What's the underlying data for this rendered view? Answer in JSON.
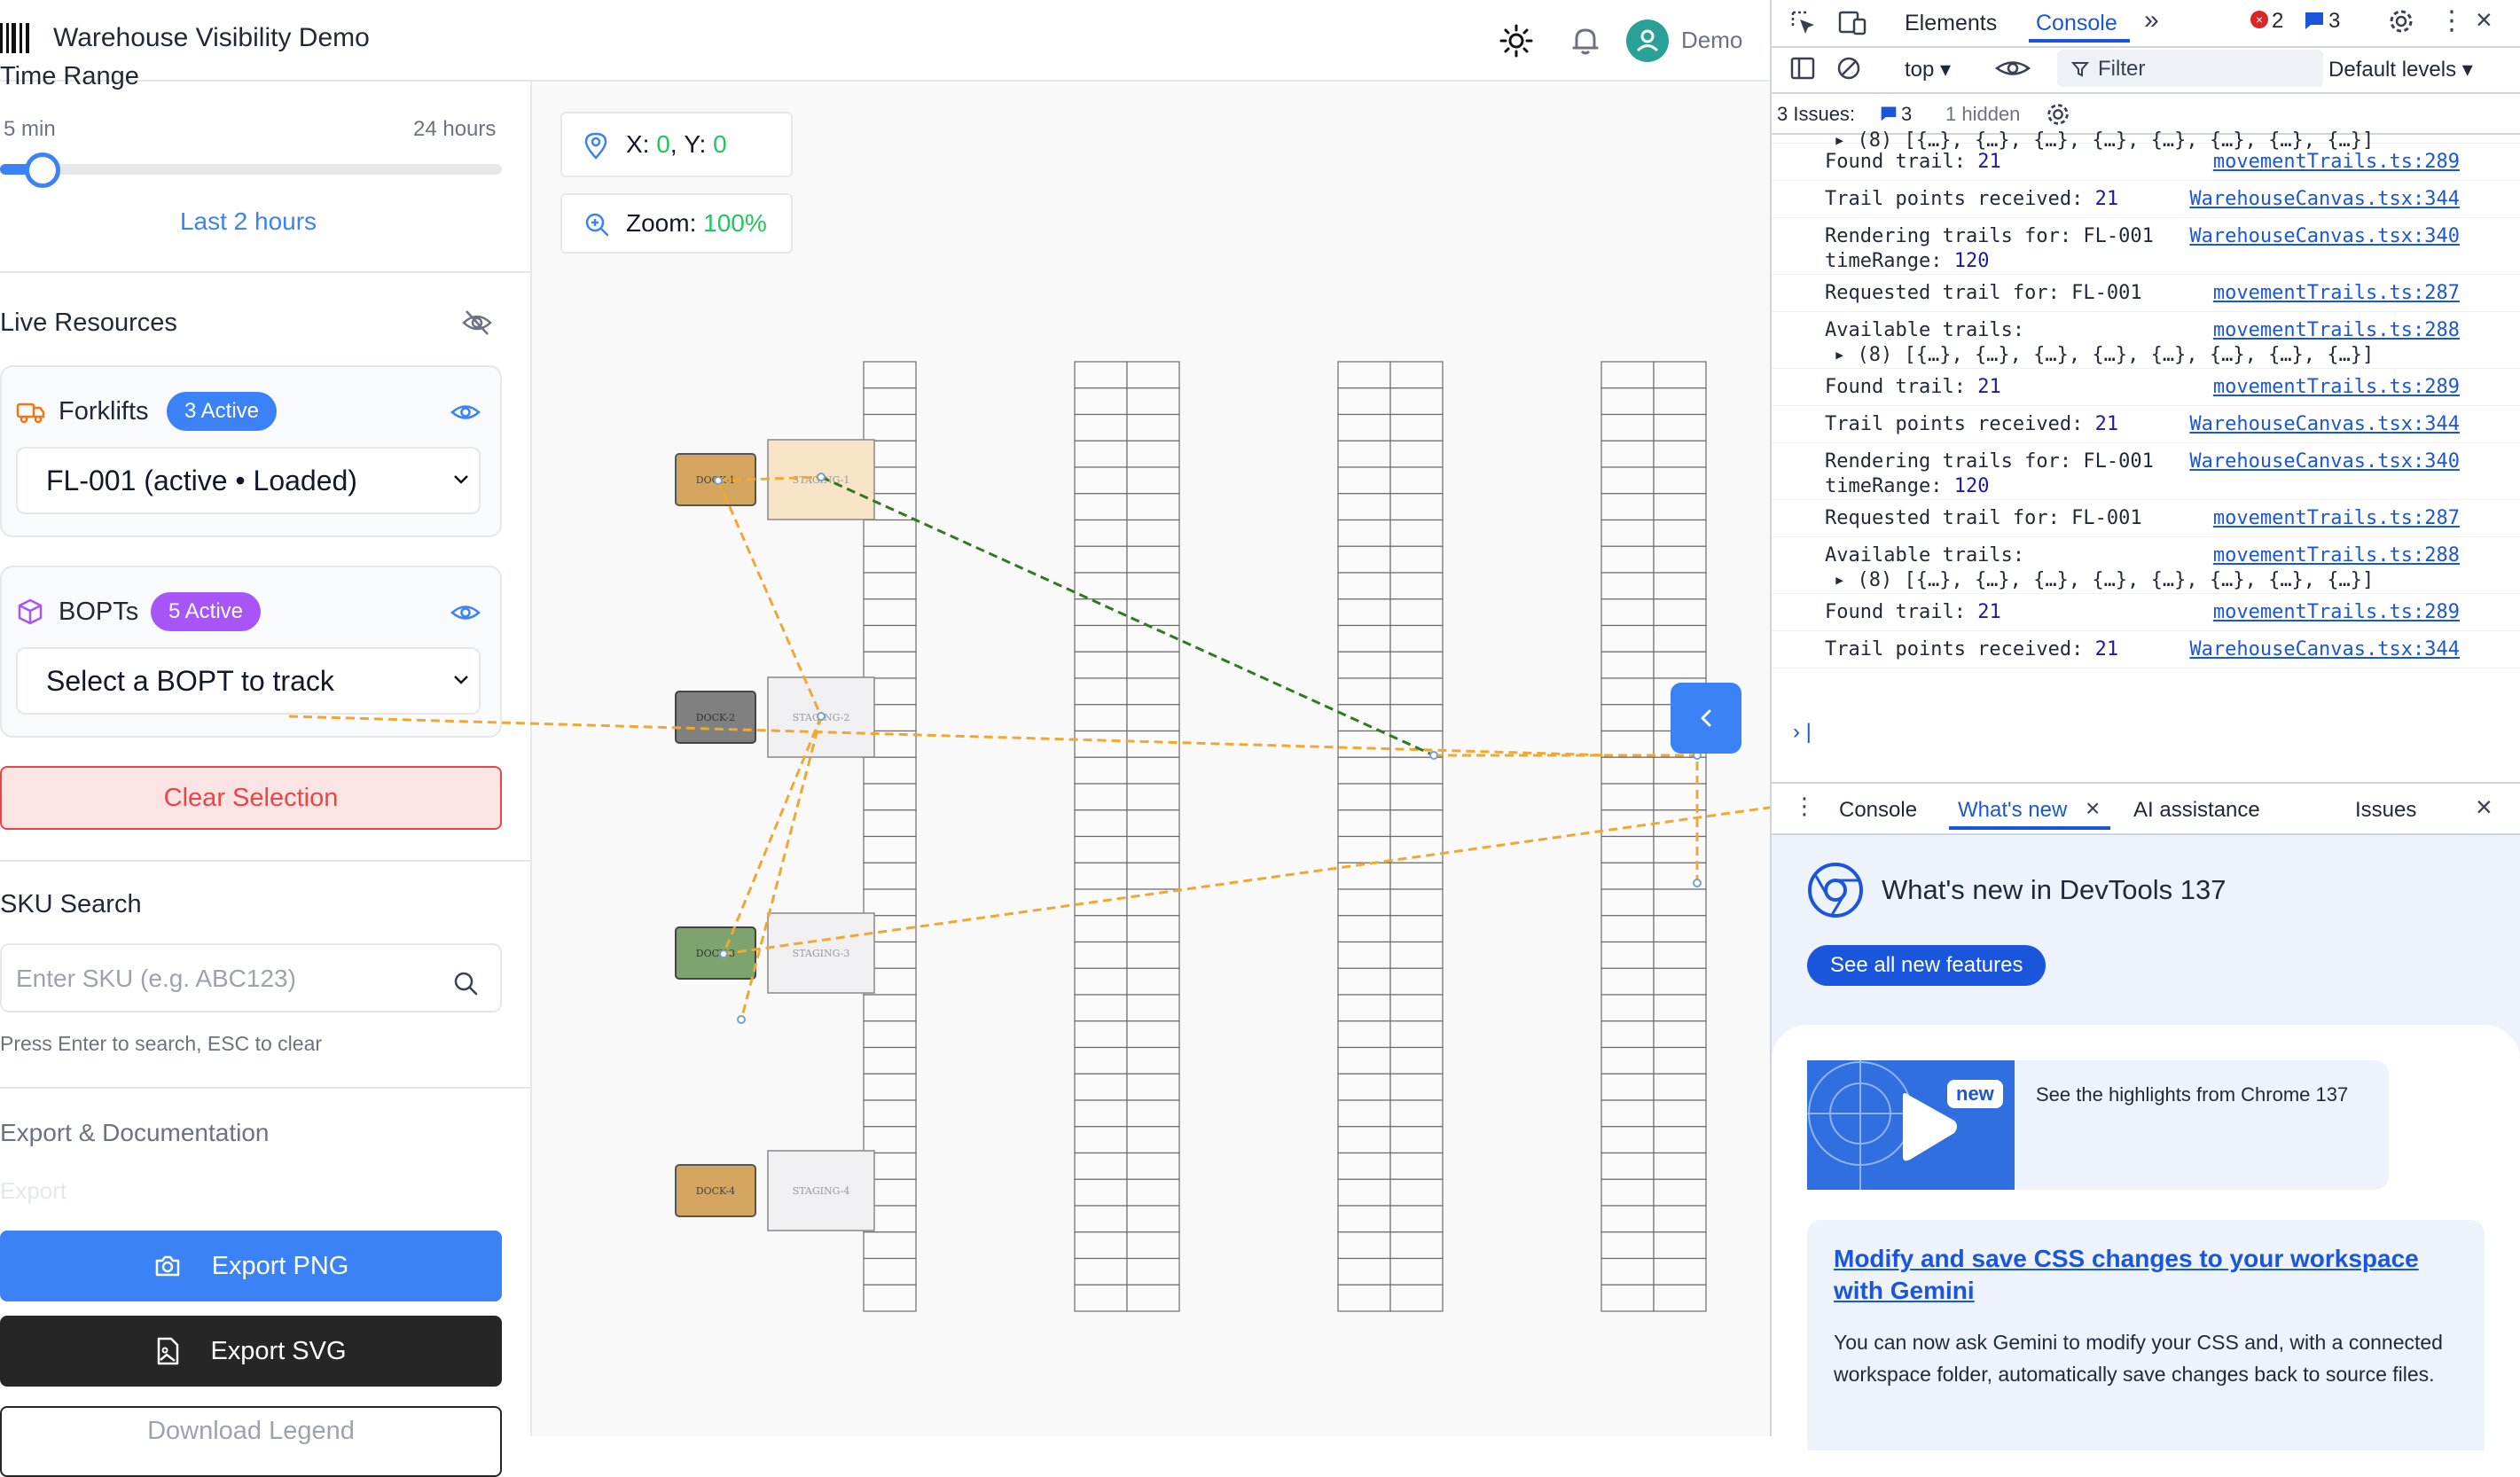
{
  "header": {
    "title": "Warehouse Visibility Demo",
    "user": "Demo"
  },
  "sidebar": {
    "time_range": {
      "title": "Time Range",
      "min_label": "5 min",
      "max_label": "24 hours",
      "selected_label": "Last 2 hours",
      "slider_value_fraction": 0.05
    },
    "live_resources": {
      "title": "Live Resources",
      "forklifts": {
        "label": "Forklifts",
        "badge": "3 Active",
        "selected": "FL-001 (active • Loaded)"
      },
      "bopts": {
        "label": "BOPTs",
        "badge": "5 Active",
        "selected": "Select a BOPT to track"
      },
      "clear_label": "Clear Selection"
    },
    "sku_search": {
      "title": "SKU Search",
      "placeholder": "Enter SKU (e.g. ABC123)",
      "hint": "Press Enter to search, ESC to clear"
    },
    "export": {
      "title": "Export & Documentation",
      "sub_label": "Export",
      "png_label": "Export PNG",
      "svg_label": "Export SVG",
      "legend_label": "Download Legend"
    }
  },
  "canvas": {
    "coords_x_label": "X:",
    "coords_x": "0",
    "coords_y_label": "Y:",
    "coords_y": "0",
    "zoom_label": "Zoom:",
    "zoom": "100%",
    "docks": [
      "DOCK-1",
      "DOCK-2",
      "DOCK-3",
      "DOCK-4"
    ],
    "stagings": [
      "STAGING-1",
      "STAGING-2",
      "STAGING-3",
      "STAGING-4"
    ],
    "colors": {
      "dock_tan": "#d4a55f",
      "dock_gray": "#808080",
      "dock_green": "#7da36f",
      "trail_orange": "#f0a830",
      "trail_green": "#2d7a1f"
    }
  },
  "devtools": {
    "top_tabs": [
      "Elements",
      "Console"
    ],
    "error_count": "2",
    "message_count": "3",
    "context": "top",
    "filter_placeholder": "Filter",
    "levels": "Default levels",
    "issues_label": "3 Issues:",
    "issues_count": "3",
    "hidden_label": "1 hidden",
    "log": [
      {
        "text": "▸ (8) [{…}, {…}, {…}, {…}, {…}, {…}, {…}, {…}]",
        "num": "",
        "src": "",
        "indent": true
      },
      {
        "text": "Found trail:",
        "num": "21",
        "src": "movementTrails.ts:289"
      },
      {
        "text": "Trail points received:",
        "num": "21",
        "src": "WarehouseCanvas.tsx:344"
      },
      {
        "text": "Rendering trails for: FL-001",
        "text2": "timeRange:",
        "num": "120",
        "src": "WarehouseCanvas.tsx:340"
      },
      {
        "text": "Requested trail for: FL-001",
        "num": "",
        "src": "movementTrails.ts:287"
      },
      {
        "text": "Available trails:",
        "text2": "▸ (8) [{…}, {…}, {…}, {…}, {…}, {…}, {…}, {…}]",
        "num": "",
        "src": "movementTrails.ts:288"
      },
      {
        "text": "Found trail:",
        "num": "21",
        "src": "movementTrails.ts:289"
      },
      {
        "text": "Trail points received:",
        "num": "21",
        "src": "WarehouseCanvas.tsx:344"
      },
      {
        "text": "Rendering trails for: FL-001",
        "text2": "timeRange:",
        "num": "120",
        "src": "WarehouseCanvas.tsx:340"
      },
      {
        "text": "Requested trail for: FL-001",
        "num": "",
        "src": "movementTrails.ts:287"
      },
      {
        "text": "Available trails:",
        "text2": "▸ (8) [{…}, {…}, {…}, {…}, {…}, {…}, {…}, {…}]",
        "num": "",
        "src": "movementTrails.ts:288"
      },
      {
        "text": "Found trail:",
        "num": "21",
        "src": "movementTrails.ts:289"
      },
      {
        "text": "Trail points received:",
        "num": "21",
        "src": "WarehouseCanvas.tsx:344"
      }
    ],
    "drawer_tabs": [
      "Console",
      "What's new",
      "AI assistance",
      "Issues"
    ],
    "whatsnew_title": "What's new in DevTools 137",
    "see_all_label": "See all new features",
    "highlight_badge": "new",
    "highlight_text": "See the highlights from Chrome 137",
    "feature_title": "Modify and save CSS changes to your workspace with Gemini",
    "feature_body": "You can now ask Gemini to modify your CSS and, with a connected workspace folder, automatically save changes back to source files."
  }
}
